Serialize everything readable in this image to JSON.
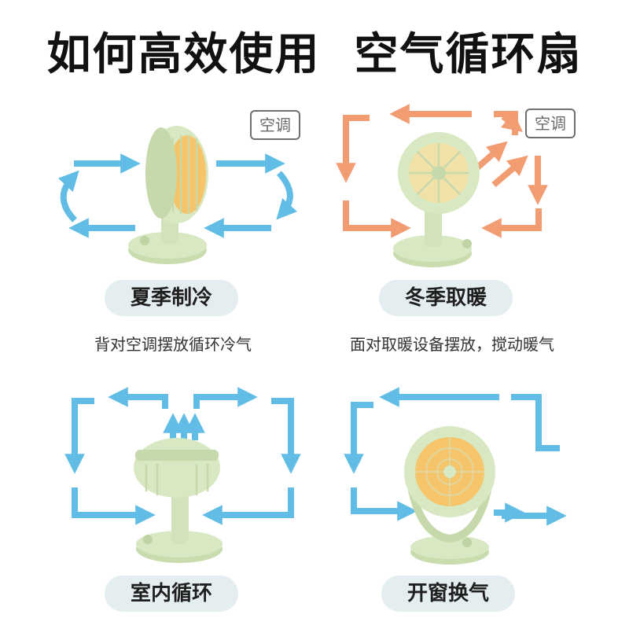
{
  "header": {
    "title": "如何高效使用  空气循环扇"
  },
  "panels": [
    {
      "label": "夏季制冷",
      "caption": "背对空调摆放循环冷气",
      "ac_tag": "空调"
    },
    {
      "label": "冬季取暖",
      "caption": "面对取暖设备摆放，搅动暖气",
      "ac_tag": "空调"
    },
    {
      "label": "室内循环"
    },
    {
      "label": "开窗换气"
    }
  ],
  "colors": {
    "cool_arrow": "#62bde6",
    "warm_arrow": "#f29c72",
    "fan_body": "#d8e8c2",
    "fan_shade": "#bfd4a4",
    "fan_blade": "#f6c56a",
    "pill_bg": "#e4edef"
  },
  "icons": [
    "cool-airflow-arrow-icon",
    "warm-airflow-arrow-icon",
    "fan-illustration"
  ]
}
